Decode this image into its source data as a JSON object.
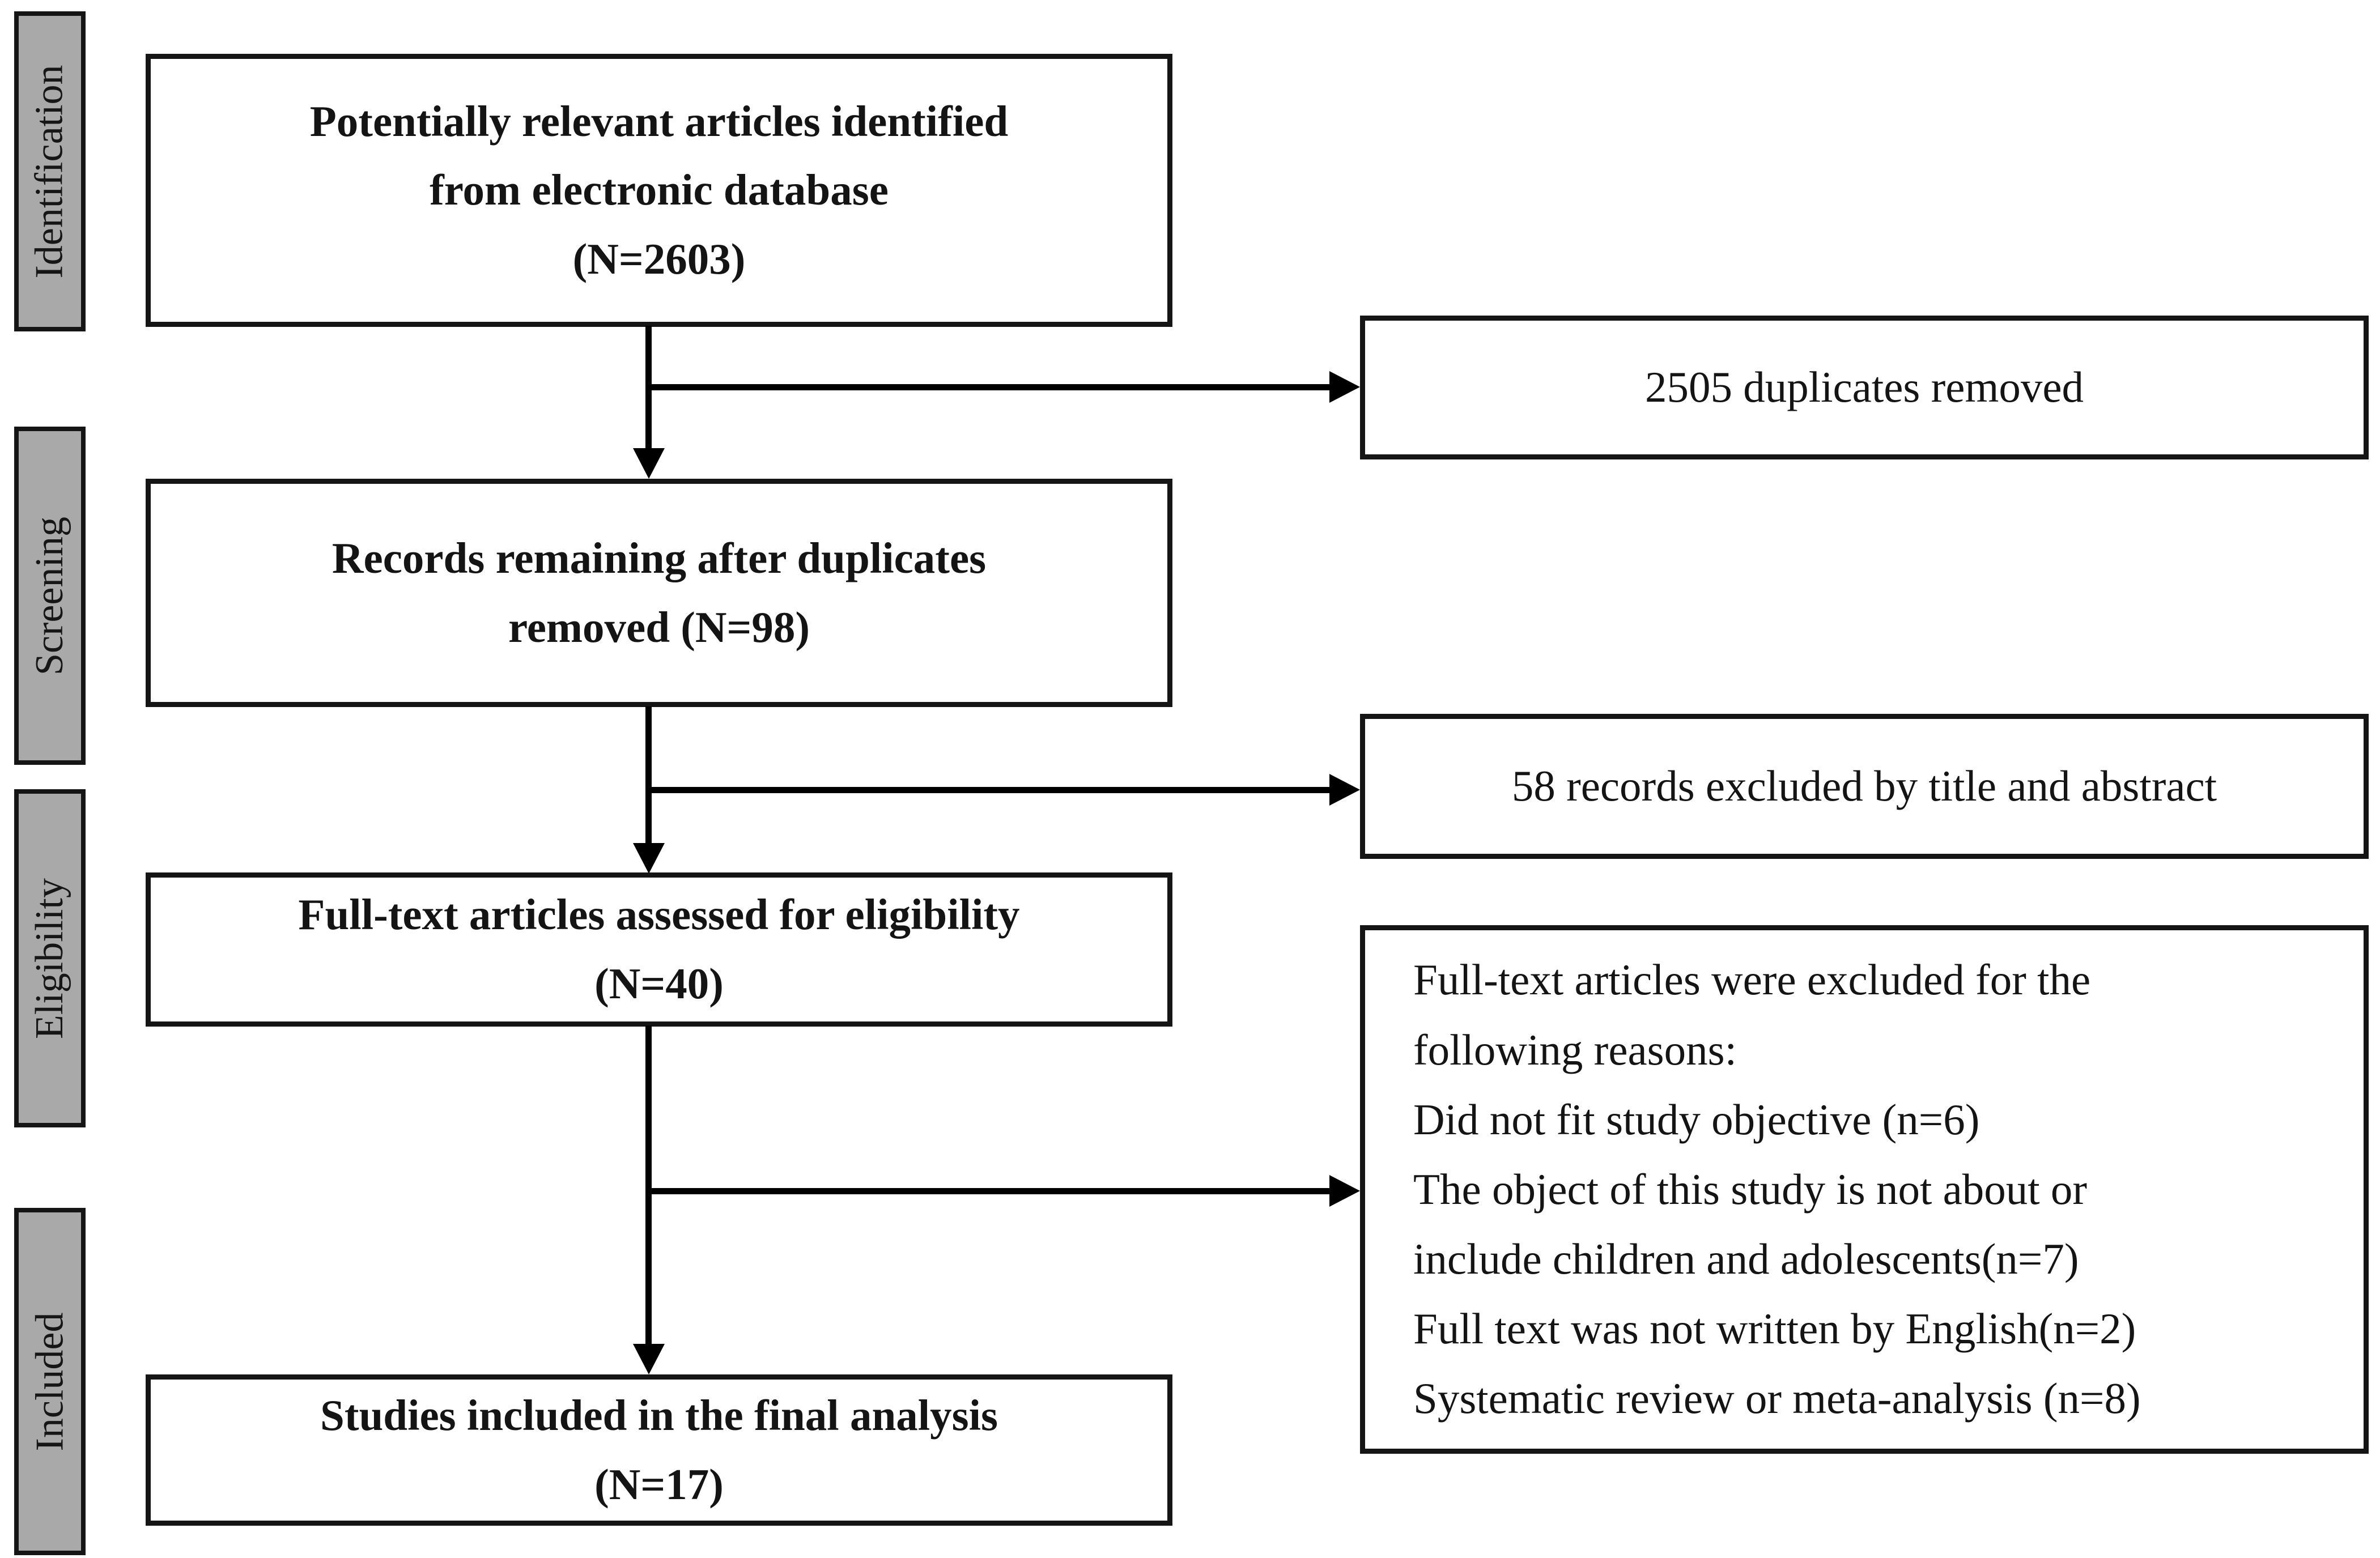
{
  "stages": [
    "Identification",
    "Screening",
    "Eligibility",
    "Included"
  ],
  "boxes": {
    "identified": [
      "Potentially relevant articles identified",
      "from electronic database",
      "(N=2603)"
    ],
    "after_duplicates": [
      "Records remaining after duplicates",
      "removed (N=98)"
    ],
    "fulltext_assessed": [
      "Full-text articles assessed for eligibility",
      "(N=40)"
    ],
    "final_included": [
      "Studies included in the final analysis",
      "(N=17)"
    ],
    "duplicates_removed": [
      "2505 duplicates removed"
    ],
    "excluded_title_abstract": [
      "58 records excluded by title and abstract"
    ],
    "fulltext_excluded": [
      "Full-text articles were excluded for the",
      "following reasons:",
      "Did not fit study objective (n=6)",
      "The object of this study is not about or",
      "include children and adolescents(n=7)",
      "Full text was not written by English(n=2)",
      "Systematic review or meta-analysis (n=8)"
    ]
  },
  "colors": {
    "stage_fill": "#a9a9a9",
    "border": "#151515",
    "text": "#141414",
    "background": "#ffffff",
    "line": "#000000"
  }
}
